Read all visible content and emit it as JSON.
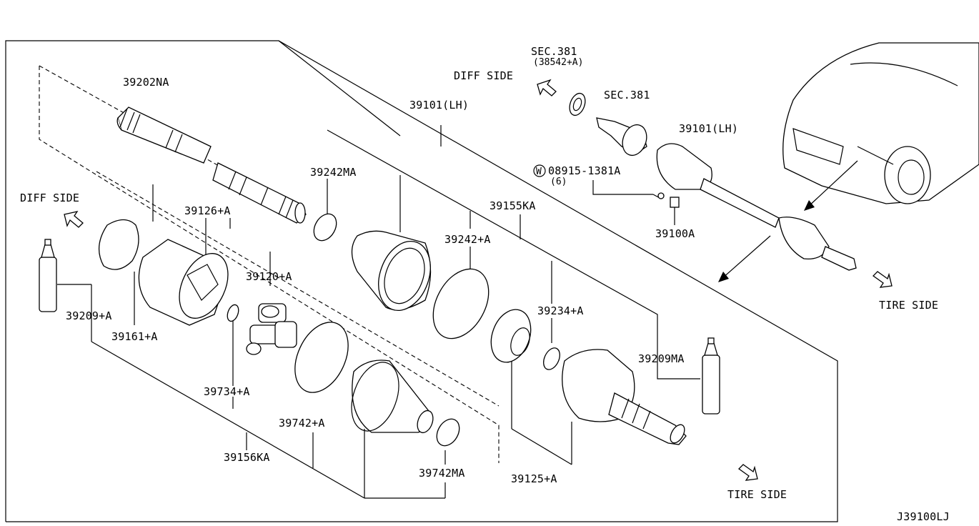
{
  "diagram_code": "J39100LJ",
  "direction_labels": {
    "diff_side_top": "DIFF SIDE",
    "diff_side_left": "DIFF SIDE",
    "tire_side_right": "TIRE SIDE",
    "tire_side_bottom": "TIRE SIDE"
  },
  "part_labels": {
    "p39202NA": "39202NA",
    "p39101LH_frame": "39101(LH)",
    "p39242MA": "39242MA",
    "p39155KA": "39155KA",
    "p39126A": "39126+A",
    "p39242A": "39242+A",
    "p39120A": "39120+A",
    "p39234A": "39234+A",
    "p39209A": "39209+A",
    "p39161A": "39161+A",
    "p39209MA": "39209MA",
    "p39734A": "39734+A",
    "p39742A": "39742+A",
    "p39156KA": "39156KA",
    "p39742MA": "39742MA",
    "p39125A": "39125+A",
    "sec381_a": "SEC.381",
    "sec381_a_sub": "(38542+A)",
    "sec381_b": "SEC.381",
    "p39101LH_inset": "39101(LH)",
    "bolt_w": "W",
    "bolt_code": "08915-1381A",
    "bolt_qty": "(6)",
    "p39100A": "39100A"
  }
}
